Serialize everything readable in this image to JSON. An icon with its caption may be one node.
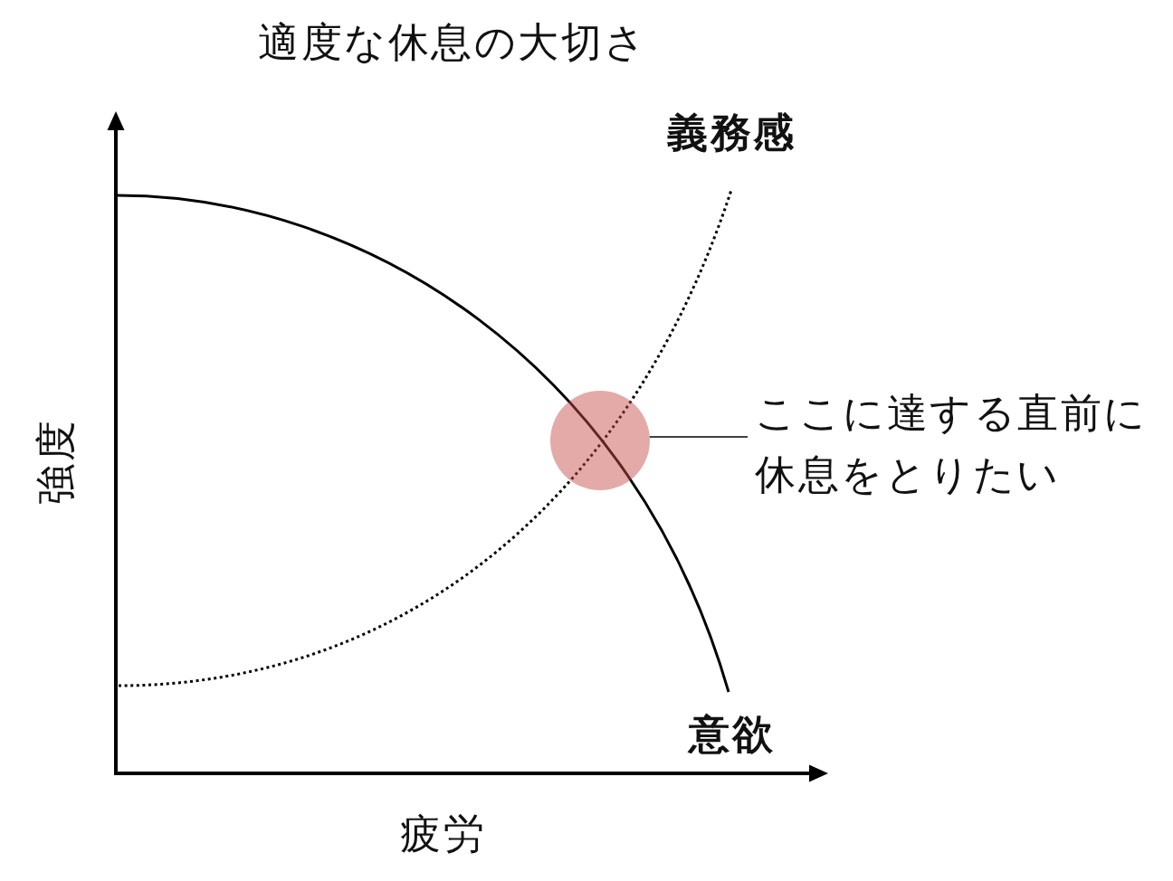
{
  "diagram": {
    "title": "適度な休息の大切さ",
    "nodes": [
      {
        "text": [
          "ここに達する直前に休息をとりたい"
        ]
      },
      {
        "text": [],
        "shape": "circle"
      }
    ],
    "edges": [
      {
        "from": 0,
        "to": 1,
        "arrow": "none"
      }
    ],
    "labels": [
      "義務感",
      "強度",
      "意欲",
      "疲労"
    ]
  }
}
